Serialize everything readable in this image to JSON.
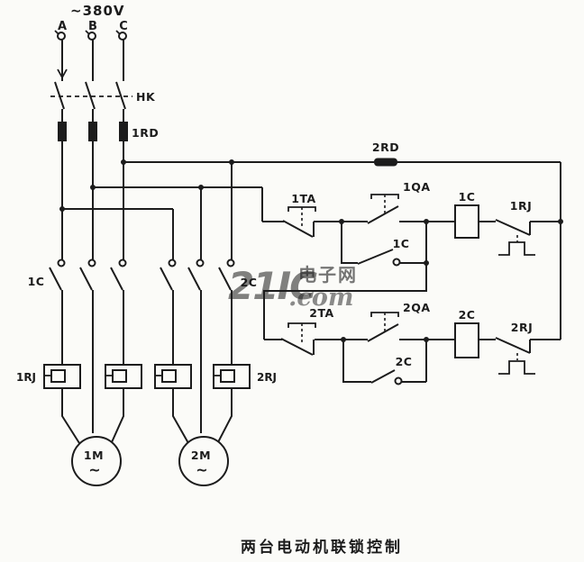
{
  "supply": {
    "voltage": "~380V",
    "phase_a": "A",
    "phase_b": "B",
    "phase_c": "C"
  },
  "labels": {
    "knife_switch": "HK",
    "fuse_main": "1RD",
    "fuse_control": "2RD",
    "stop_button_1": "1TA",
    "start_button_1": "1QA",
    "coil_1": "1C",
    "thermal_contact_1": "1RJ",
    "selfhold_contact_1": "1C",
    "stop_button_2": "2TA",
    "start_button_2": "2QA",
    "coil_2": "2C",
    "thermal_contact_2": "2RJ",
    "selfhold_contact_2": "2C",
    "main_contacts_1": "1C",
    "main_contacts_2": "2C",
    "thermal_element_1": "1RJ",
    "thermal_element_2": "2RJ",
    "motor_1": "1M",
    "motor_1_ac": "~",
    "motor_2": "2M",
    "motor_2_ac": "~"
  },
  "watermark": {
    "brand": "21IC",
    "site_cn": "电子网",
    "site_com": ".com",
    "brand_color": "#e2827f",
    "cn_color": "#8b94dc",
    "com_color": "#a08cd2"
  },
  "caption": "两台电动机联锁控制",
  "colors": {
    "line": "#1c1c1c",
    "background": "#fbfbf8"
  }
}
